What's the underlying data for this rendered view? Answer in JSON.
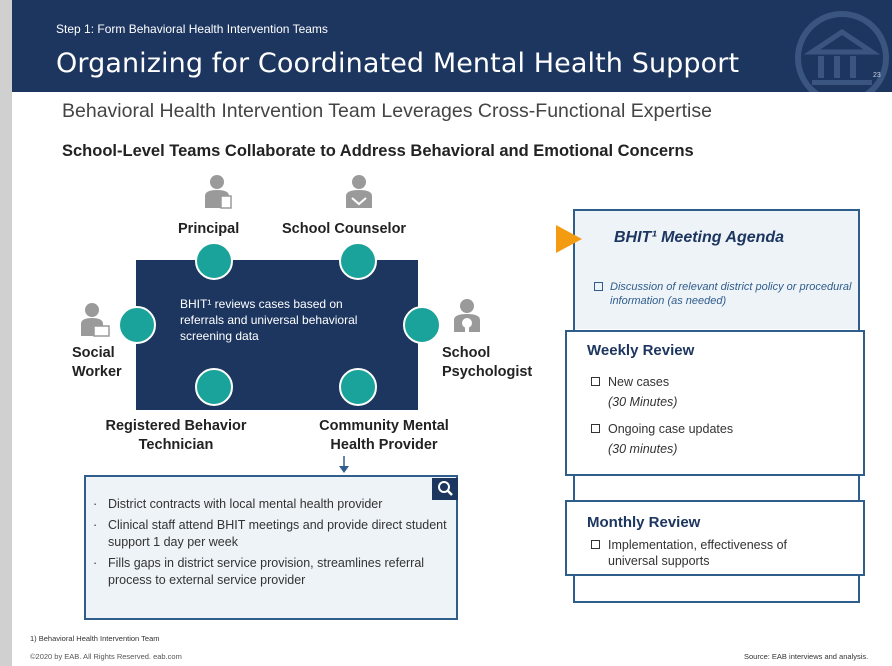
{
  "header": {
    "step": "Step 1: Form Behavioral Health Intervention Teams",
    "title": "Organizing for Coordinated Mental Health Support",
    "page_number": "23"
  },
  "subtitle": "Behavioral Health Intervention Team Leverages Cross-Functional Expertise",
  "section_heading": "School-Level Teams Collaborate to Address Behavioral and Emotional Concerns",
  "team": {
    "center_text": "BHIT¹ reviews cases based on referrals and universal behavioral screening data",
    "roles": {
      "principal": "Principal",
      "school_counselor": "School Counselor",
      "social_worker": [
        "Social",
        "Worker"
      ],
      "school_psychologist": [
        "School",
        "Psychologist"
      ],
      "registered_behavior_technician": [
        "Registered Behavior",
        "Technician"
      ],
      "community_provider": [
        "Community Mental",
        "Health Provider"
      ]
    }
  },
  "provider_details": [
    "District contracts with local mental health provider",
    "Clinical staff attend BHIT meetings and provide direct student support 1 day per week",
    "Fills gaps in district service provision, streamlines referral process to external service provider"
  ],
  "agenda": {
    "title": "BHIT¹ Meeting Agenda",
    "item": "Discussion of relevant district policy or procedural information (as needed)"
  },
  "weekly_review": {
    "title": "Weekly Review",
    "items": [
      {
        "label": "New cases",
        "duration": "(30 Minutes)"
      },
      {
        "label": "Ongoing case updates",
        "duration": "(30 minutes)"
      }
    ]
  },
  "monthly_review": {
    "title": "Monthly Review",
    "item": "Implementation, effectiveness of universal supports"
  },
  "footnote": "1)  Behavioral Health Intervention Team",
  "copyright": "©2020 by EAB. All Rights Reserved. eab.com",
  "source": "Source: EAB interviews and analysis.",
  "colors": {
    "navy": "#1d3660",
    "teal": "#1aa39a",
    "orange": "#f39c12",
    "box_border": "#2f5d8c"
  }
}
